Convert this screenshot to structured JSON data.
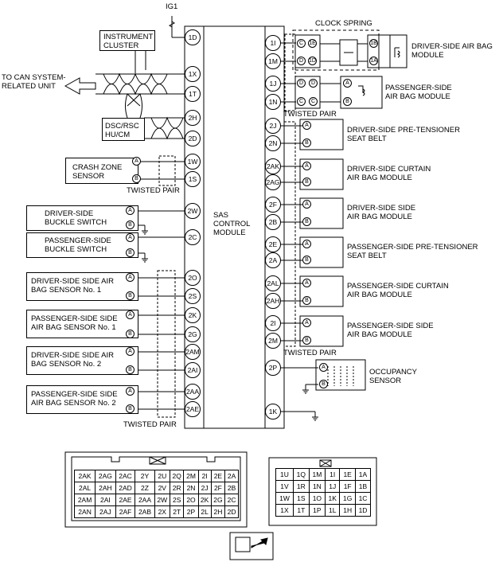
{
  "module": {
    "label": "SAS\nCONTROL\nMODULE"
  },
  "power_label": "IG1",
  "clock_spring_label": "CLOCK SPRING",
  "can_label": "TO CAN SYSTEM-\nRELATED UNIT",
  "twisted_pair_label": "TWISTED PAIR",
  "left_blocks": [
    {
      "id": "instrument-cluster",
      "label": "INSTRUMENT\nCLUSTER"
    },
    {
      "id": "dsc-rsc",
      "label": "DSC/RSC\nHU/CM"
    },
    {
      "id": "crash-zone-sensor",
      "label": "CRASH ZONE\nSENSOR"
    },
    {
      "id": "driver-buckle-switch",
      "label": "DRIVER-SIDE\nBUCKLE SWITCH"
    },
    {
      "id": "passenger-buckle-switch",
      "label": "PASSENGER-SIDE\nBUCKLE SWITCH"
    },
    {
      "id": "driver-side-sensor-1",
      "label": "DRIVER-SIDE SIDE AIR\nBAG SENSOR No. 1"
    },
    {
      "id": "passenger-side-sensor-1",
      "label": "PASSENGER-SIDE SIDE\nAIR BAG SENSOR No. 1"
    },
    {
      "id": "driver-side-sensor-2",
      "label": "DRIVER-SIDE SIDE AIR\nBAG SENSOR No. 2"
    },
    {
      "id": "passenger-side-sensor-2",
      "label": "PASSENGER-SIDE SIDE\nAIR BAG SENSOR No. 2"
    }
  ],
  "left_pins": [
    "1D",
    "1X",
    "1T",
    "2H",
    "2D",
    "1W",
    "1S",
    "2W",
    "2C",
    "2O",
    "2S",
    "2K",
    "2G",
    "2AM",
    "2AI",
    "2AA",
    "2AE"
  ],
  "right_pins": [
    "1I",
    "1M",
    "1J",
    "1N",
    "2J",
    "2N",
    "2AK",
    "2AG",
    "2F",
    "2B",
    "2E",
    "2A",
    "2AL",
    "2AH",
    "2I",
    "2M",
    "2P",
    "1K"
  ],
  "right_modules": [
    {
      "id": "driver-air-bag-module",
      "label": "DRIVER-SIDE AIR BAG\nMODULE"
    },
    {
      "id": "passenger-air-bag-module",
      "label": "PASSENGER-SIDE\nAIR BAG MODULE"
    },
    {
      "id": "driver-pretensioner",
      "label": "DRIVER-SIDE PRE-TENSIONER\nSEAT BELT"
    },
    {
      "id": "driver-curtain",
      "label": "DRIVER-SIDE CURTAIN\nAIR BAG MODULE"
    },
    {
      "id": "driver-side-module",
      "label": "DRIVER-SIDE SIDE\nAIR BAG MODULE"
    },
    {
      "id": "passenger-pretensioner",
      "label": "PASSENGER-SIDE PRE-TENSIONER\nSEAT BELT"
    },
    {
      "id": "passenger-curtain",
      "label": "PASSENGER-SIDE CURTAIN\nAIR BAG MODULE"
    },
    {
      "id": "passenger-side-module",
      "label": "PASSENGER-SIDE SIDE\nAIR BAG MODULE"
    },
    {
      "id": "occupancy-sensor",
      "label": "OCCUPANCY\nSENSOR"
    }
  ],
  "clock_spring_pins": {
    "left": [
      "1E",
      "1D"
    ],
    "right": [
      "1B",
      "1A"
    ]
  },
  "pin_letters": [
    "A",
    "B"
  ],
  "pin_letters_cd": [
    "C",
    "D"
  ],
  "connector_2": [
    [
      "2AK",
      "2AG",
      "2AC",
      "2Y",
      "2U",
      "2Q",
      "2M",
      "2I",
      "2E",
      "2A"
    ],
    [
      "2AL",
      "2AH",
      "2AD",
      "2Z",
      "2V",
      "2R",
      "2N",
      "2J",
      "2F",
      "2B"
    ],
    [
      "2AM",
      "2AI",
      "2AE",
      "2AA",
      "2W",
      "2S",
      "2O",
      "2K",
      "2G",
      "2C"
    ],
    [
      "2AN",
      "2AJ",
      "2AF",
      "2AB",
      "2X",
      "2T",
      "2P",
      "2L",
      "2H",
      "2D"
    ]
  ],
  "connector_1": [
    [
      "1U",
      "1Q",
      "1M",
      "1I",
      "1E",
      "1A"
    ],
    [
      "1V",
      "1R",
      "1N",
      "1J",
      "1F",
      "1B"
    ],
    [
      "1W",
      "1S",
      "1O",
      "1K",
      "1G",
      "1C"
    ],
    [
      "1X",
      "1T",
      "1P",
      "1L",
      "1H",
      "1D"
    ]
  ]
}
